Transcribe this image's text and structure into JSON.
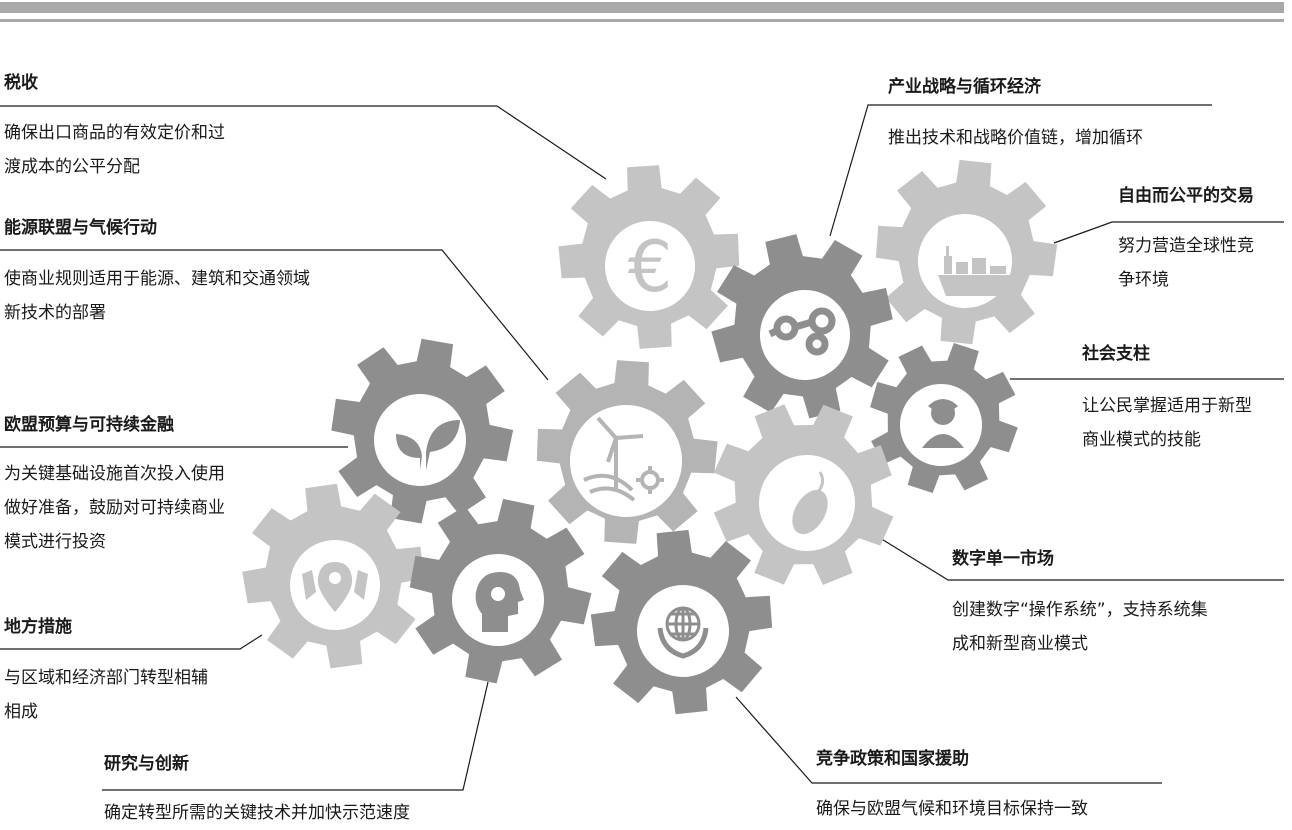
{
  "topics": {
    "tax": {
      "title": "税收",
      "desc": [
        "确保出口商品的有效定价和过",
        "渡成本的公平分配"
      ]
    },
    "energy": {
      "title": "能源联盟与气候行动",
      "desc": [
        "使商业规则适用于能源、建筑和交通领域",
        "新技术的部署"
      ]
    },
    "budget": {
      "title": "欧盟预算与可持续金融",
      "desc": [
        "为关键基础设施首次投入使用",
        "做好准备，鼓励对可持续商业",
        "模式进行投资"
      ]
    },
    "local": {
      "title": "地方措施",
      "desc": [
        "与区域和经济部门转型相辅",
        "相成"
      ]
    },
    "research": {
      "title": "研究与创新",
      "desc": [
        "确定转型所需的关键技术并加快示范速度"
      ]
    },
    "industry": {
      "title": "产业战略与循环经济",
      "desc": [
        "推出技术和战略价值链，增加循环"
      ]
    },
    "trade": {
      "title": "自由而公平的交易",
      "desc": [
        "努力营造全球性竞",
        "争环境"
      ]
    },
    "social": {
      "title": "社会支柱",
      "desc": [
        "让公民掌握适用于新型",
        "商业模式的技能"
      ]
    },
    "digital": {
      "title": "数字单一市场",
      "desc": [
        "创建数字“操作系统”，支持系统集",
        "成和新型商业模式"
      ]
    },
    "competition": {
      "title": "竞争政策和国家援助",
      "desc": [
        "确保与欧盟气候和环境目标保持一致"
      ]
    }
  },
  "icons": {
    "euro_symbol": "€"
  },
  "colors": {
    "gear_dark": "#8a8a8a",
    "gear_light": "#c2c2c2",
    "text": "#1a1a1a",
    "bar": "#a9a9a9"
  }
}
